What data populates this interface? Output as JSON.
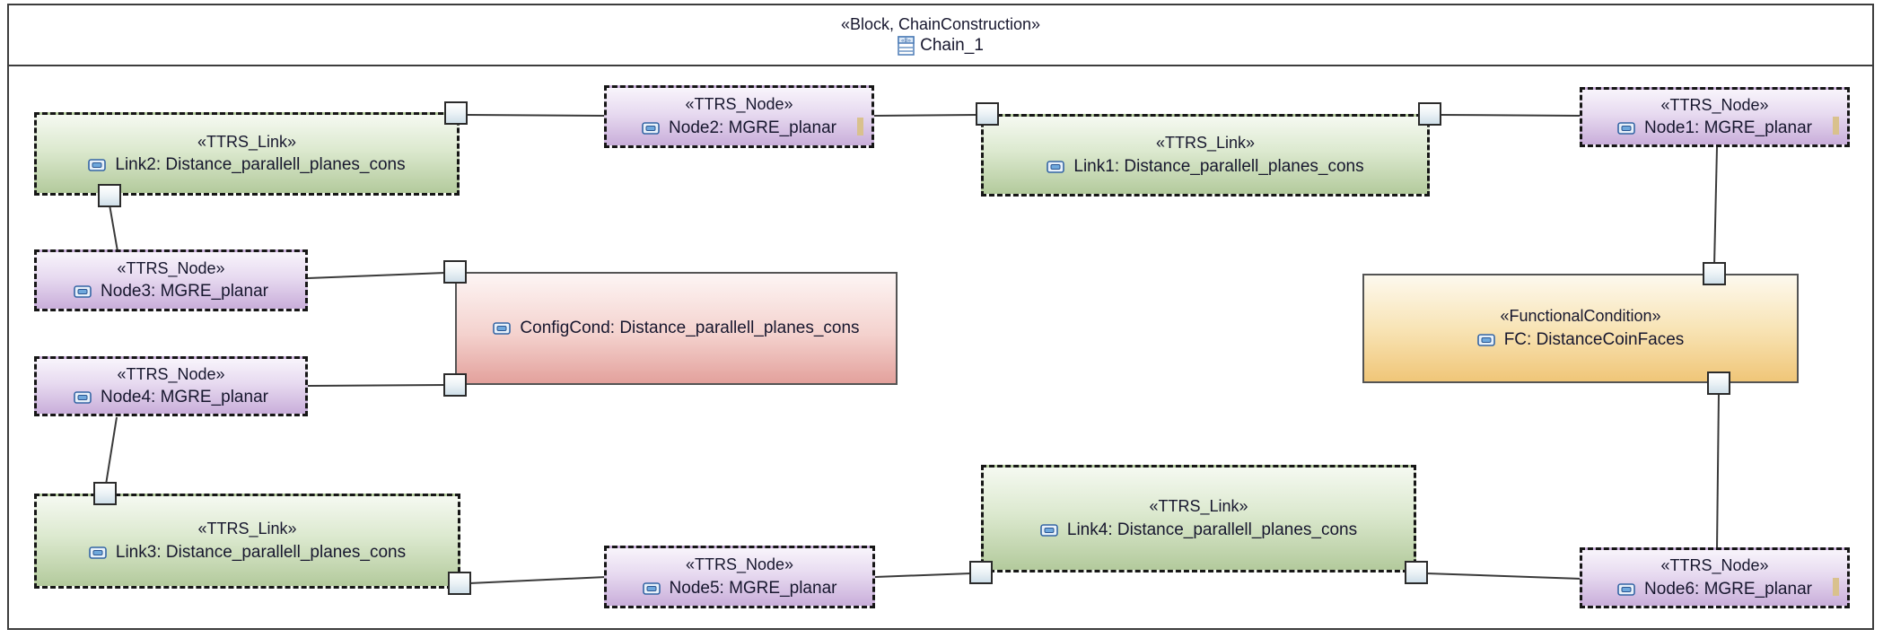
{
  "header": {
    "stereotype": "«Block, ChainConstruction»",
    "name": "Chain_1",
    "icon": "block-icon"
  },
  "elements": {
    "link1": {
      "stereotype": "«TTRS_Link»",
      "name": "Link1: Distance_parallell_planes_cons"
    },
    "link2": {
      "stereotype": "«TTRS_Link»",
      "name": "Link2: Distance_parallell_planes_cons"
    },
    "link3": {
      "stereotype": "«TTRS_Link»",
      "name": "Link3: Distance_parallell_planes_cons"
    },
    "link4": {
      "stereotype": "«TTRS_Link»",
      "name": "Link4: Distance_parallell_planes_cons"
    },
    "node1": {
      "stereotype": "«TTRS_Node»",
      "name": "Node1: MGRE_planar"
    },
    "node2": {
      "stereotype": "«TTRS_Node»",
      "name": "Node2: MGRE_planar"
    },
    "node3": {
      "stereotype": "«TTRS_Node»",
      "name": "Node3: MGRE_planar"
    },
    "node4": {
      "stereotype": "«TTRS_Node»",
      "name": "Node4: MGRE_planar"
    },
    "node5": {
      "stereotype": "«TTRS_Node»",
      "name": "Node5: MGRE_planar"
    },
    "node6": {
      "stereotype": "«TTRS_Node»",
      "name": "Node6: MGRE_planar"
    },
    "configcond": {
      "name": "ConfigCond: Distance_parallell_planes_cons"
    },
    "fc": {
      "stereotype": "«FunctionalCondition»",
      "name": "FC: DistanceCoinFaces"
    }
  },
  "colors": {
    "ttrs_link_fill": "#b3ca9c",
    "ttrs_node_fill": "#c9aeda",
    "config_cond_fill": "#e3a19c",
    "functional_condition_fill": "#f0c678",
    "dashed_border": "#161616",
    "frame_border": "#3d3d3d",
    "port_fill": "#cfdfe9",
    "node_marker": "#d9c18d"
  }
}
